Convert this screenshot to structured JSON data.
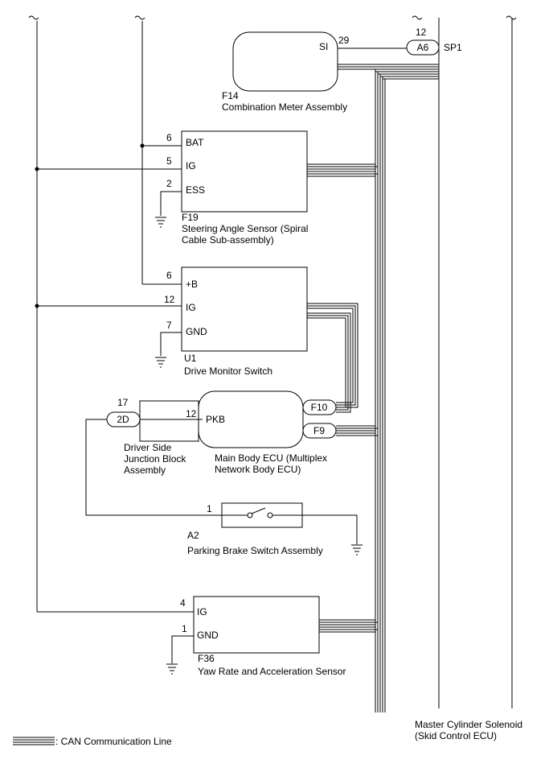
{
  "combination_meter": {
    "code": "F14",
    "name": "Combination Meter Assembly",
    "pin_si_label": "SI",
    "pin_si_number": "29"
  },
  "sp1": {
    "connector": "A6",
    "pin_number": "12",
    "label": "SP1"
  },
  "steering_sensor": {
    "code": "F19",
    "name_line1": "Steering Angle Sensor (Spiral",
    "name_line2": "Cable Sub-assembly)",
    "pins": [
      {
        "num": "6",
        "label": "BAT"
      },
      {
        "num": "5",
        "label": "IG"
      },
      {
        "num": "2",
        "label": "ESS"
      }
    ]
  },
  "drive_monitor": {
    "code": "U1",
    "name": "Drive Monitor Switch",
    "pins": [
      {
        "num": "6",
        "label": "+B"
      },
      {
        "num": "12",
        "label": "IG"
      },
      {
        "num": "7",
        "label": "GND"
      }
    ]
  },
  "junction_block": {
    "connector": "2D",
    "pin_number": "17",
    "name_line1": "Driver Side",
    "name_line2": "Junction Block",
    "name_line3": "Assembly"
  },
  "main_body_ecu": {
    "pin_number": "12",
    "pin_label": "PKB",
    "connector_f10": "F10",
    "connector_f9": "F9",
    "name_line1": "Main Body ECU (Multiplex",
    "name_line2": "Network Body ECU)"
  },
  "parking_brake": {
    "code": "A2",
    "name": "Parking Brake Switch Assembly",
    "pin_number": "1"
  },
  "yaw_sensor": {
    "code": "F36",
    "name": "Yaw Rate and Acceleration Sensor",
    "pins": [
      {
        "num": "4",
        "label": "IG"
      },
      {
        "num": "1",
        "label": "GND"
      }
    ]
  },
  "master_cylinder": {
    "name_line1": "Master Cylinder Solenoid",
    "name_line2": "(Skid Control ECU)"
  },
  "legend": {
    "text": ": CAN Communication Line"
  }
}
